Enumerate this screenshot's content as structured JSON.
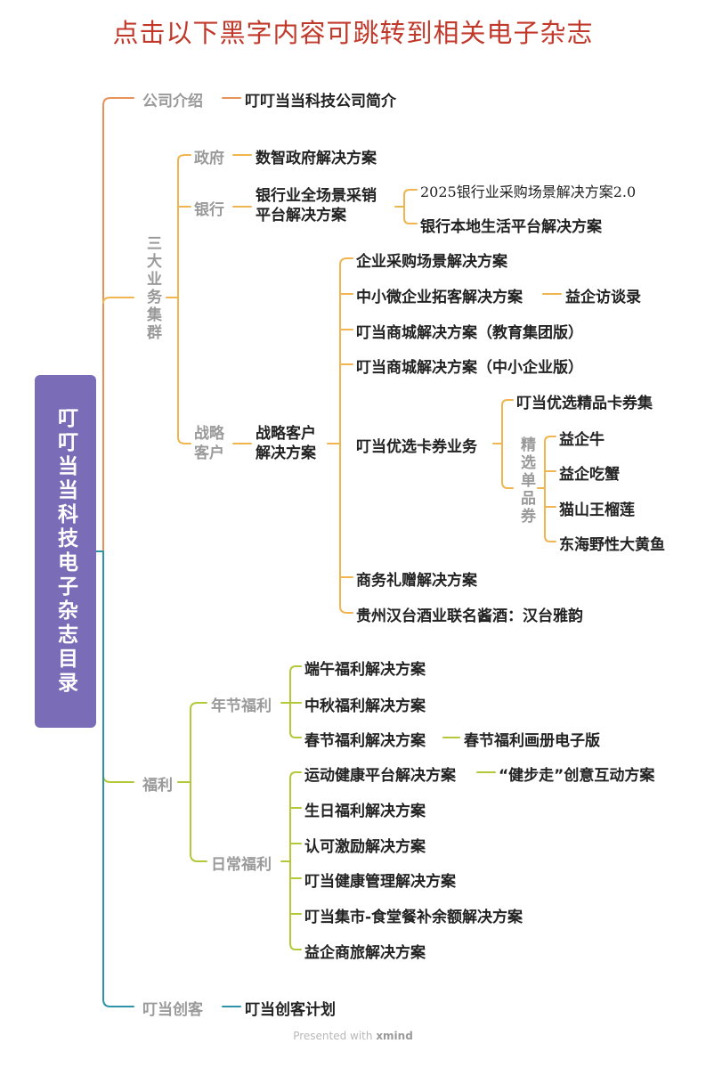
{
  "header": {
    "title": "点击以下黑字内容可跳转到相关电子杂志"
  },
  "root": {
    "label": "叮叮当当科技电子杂志目录"
  },
  "company": {
    "label": "公司介绍",
    "item": "叮叮当当科技公司简介"
  },
  "business": {
    "label": "三大业务集群",
    "government": {
      "label": "政府",
      "item": "数智政府解决方案"
    },
    "bank": {
      "label": "银行",
      "item": "银行业全场景采销\n平台解决方案",
      "children": [
        "2025银行业采购场景解决方案2.0",
        "银行本地生活平台解决方案"
      ]
    },
    "strategic": {
      "label": "战略\n客户",
      "item": "战略客户\n解决方案",
      "children": {
        "c1": "企业采购场景解决方案",
        "c2": "中小微企业拓客解决方案",
        "c2_child": "益企访谈录",
        "c3": "叮当商城解决方案（教育集团版）",
        "c4": "叮当商城解决方案（中小企业版）",
        "c5": "叮当优选卡券业务",
        "c5_children": {
          "top": "叮当优选精品卡券集",
          "group_label": "精选单品券",
          "items": [
            "益企牛",
            "益企吃蟹",
            "猫山王榴莲",
            "东海野性大黄鱼"
          ]
        },
        "c6": "商务礼赠解决方案",
        "c7": "贵州汉台酒业联名酱酒：汉台雅韵"
      }
    }
  },
  "welfare": {
    "label": "福利",
    "festival": {
      "label": "年节福利",
      "items": [
        "端午福利解决方案",
        "中秋福利解决方案",
        "春节福利解决方案"
      ],
      "spring_child": "春节福利画册电子版"
    },
    "daily": {
      "label": "日常福利",
      "items": [
        "运动健康平台解决方案",
        "生日福利解决方案",
        "认可激励解决方案",
        "叮当健康管理解决方案",
        "叮当集市-食堂餐补余额解决方案",
        "益企商旅解决方案"
      ],
      "sport_child": "“健步走”创意互动方案"
    }
  },
  "maker": {
    "label": "叮当创客",
    "item": "叮当创客计划"
  },
  "watermark": {
    "prefix": "Presented with",
    "brand": "xmind"
  },
  "colors": {
    "header": "#c0392b",
    "root": "#7b6cb8",
    "company_branch": "#e8925a",
    "business_branch": "#f0b550",
    "welfare_branch": "#b4c83a",
    "maker_branch": "#2e93a8"
  }
}
